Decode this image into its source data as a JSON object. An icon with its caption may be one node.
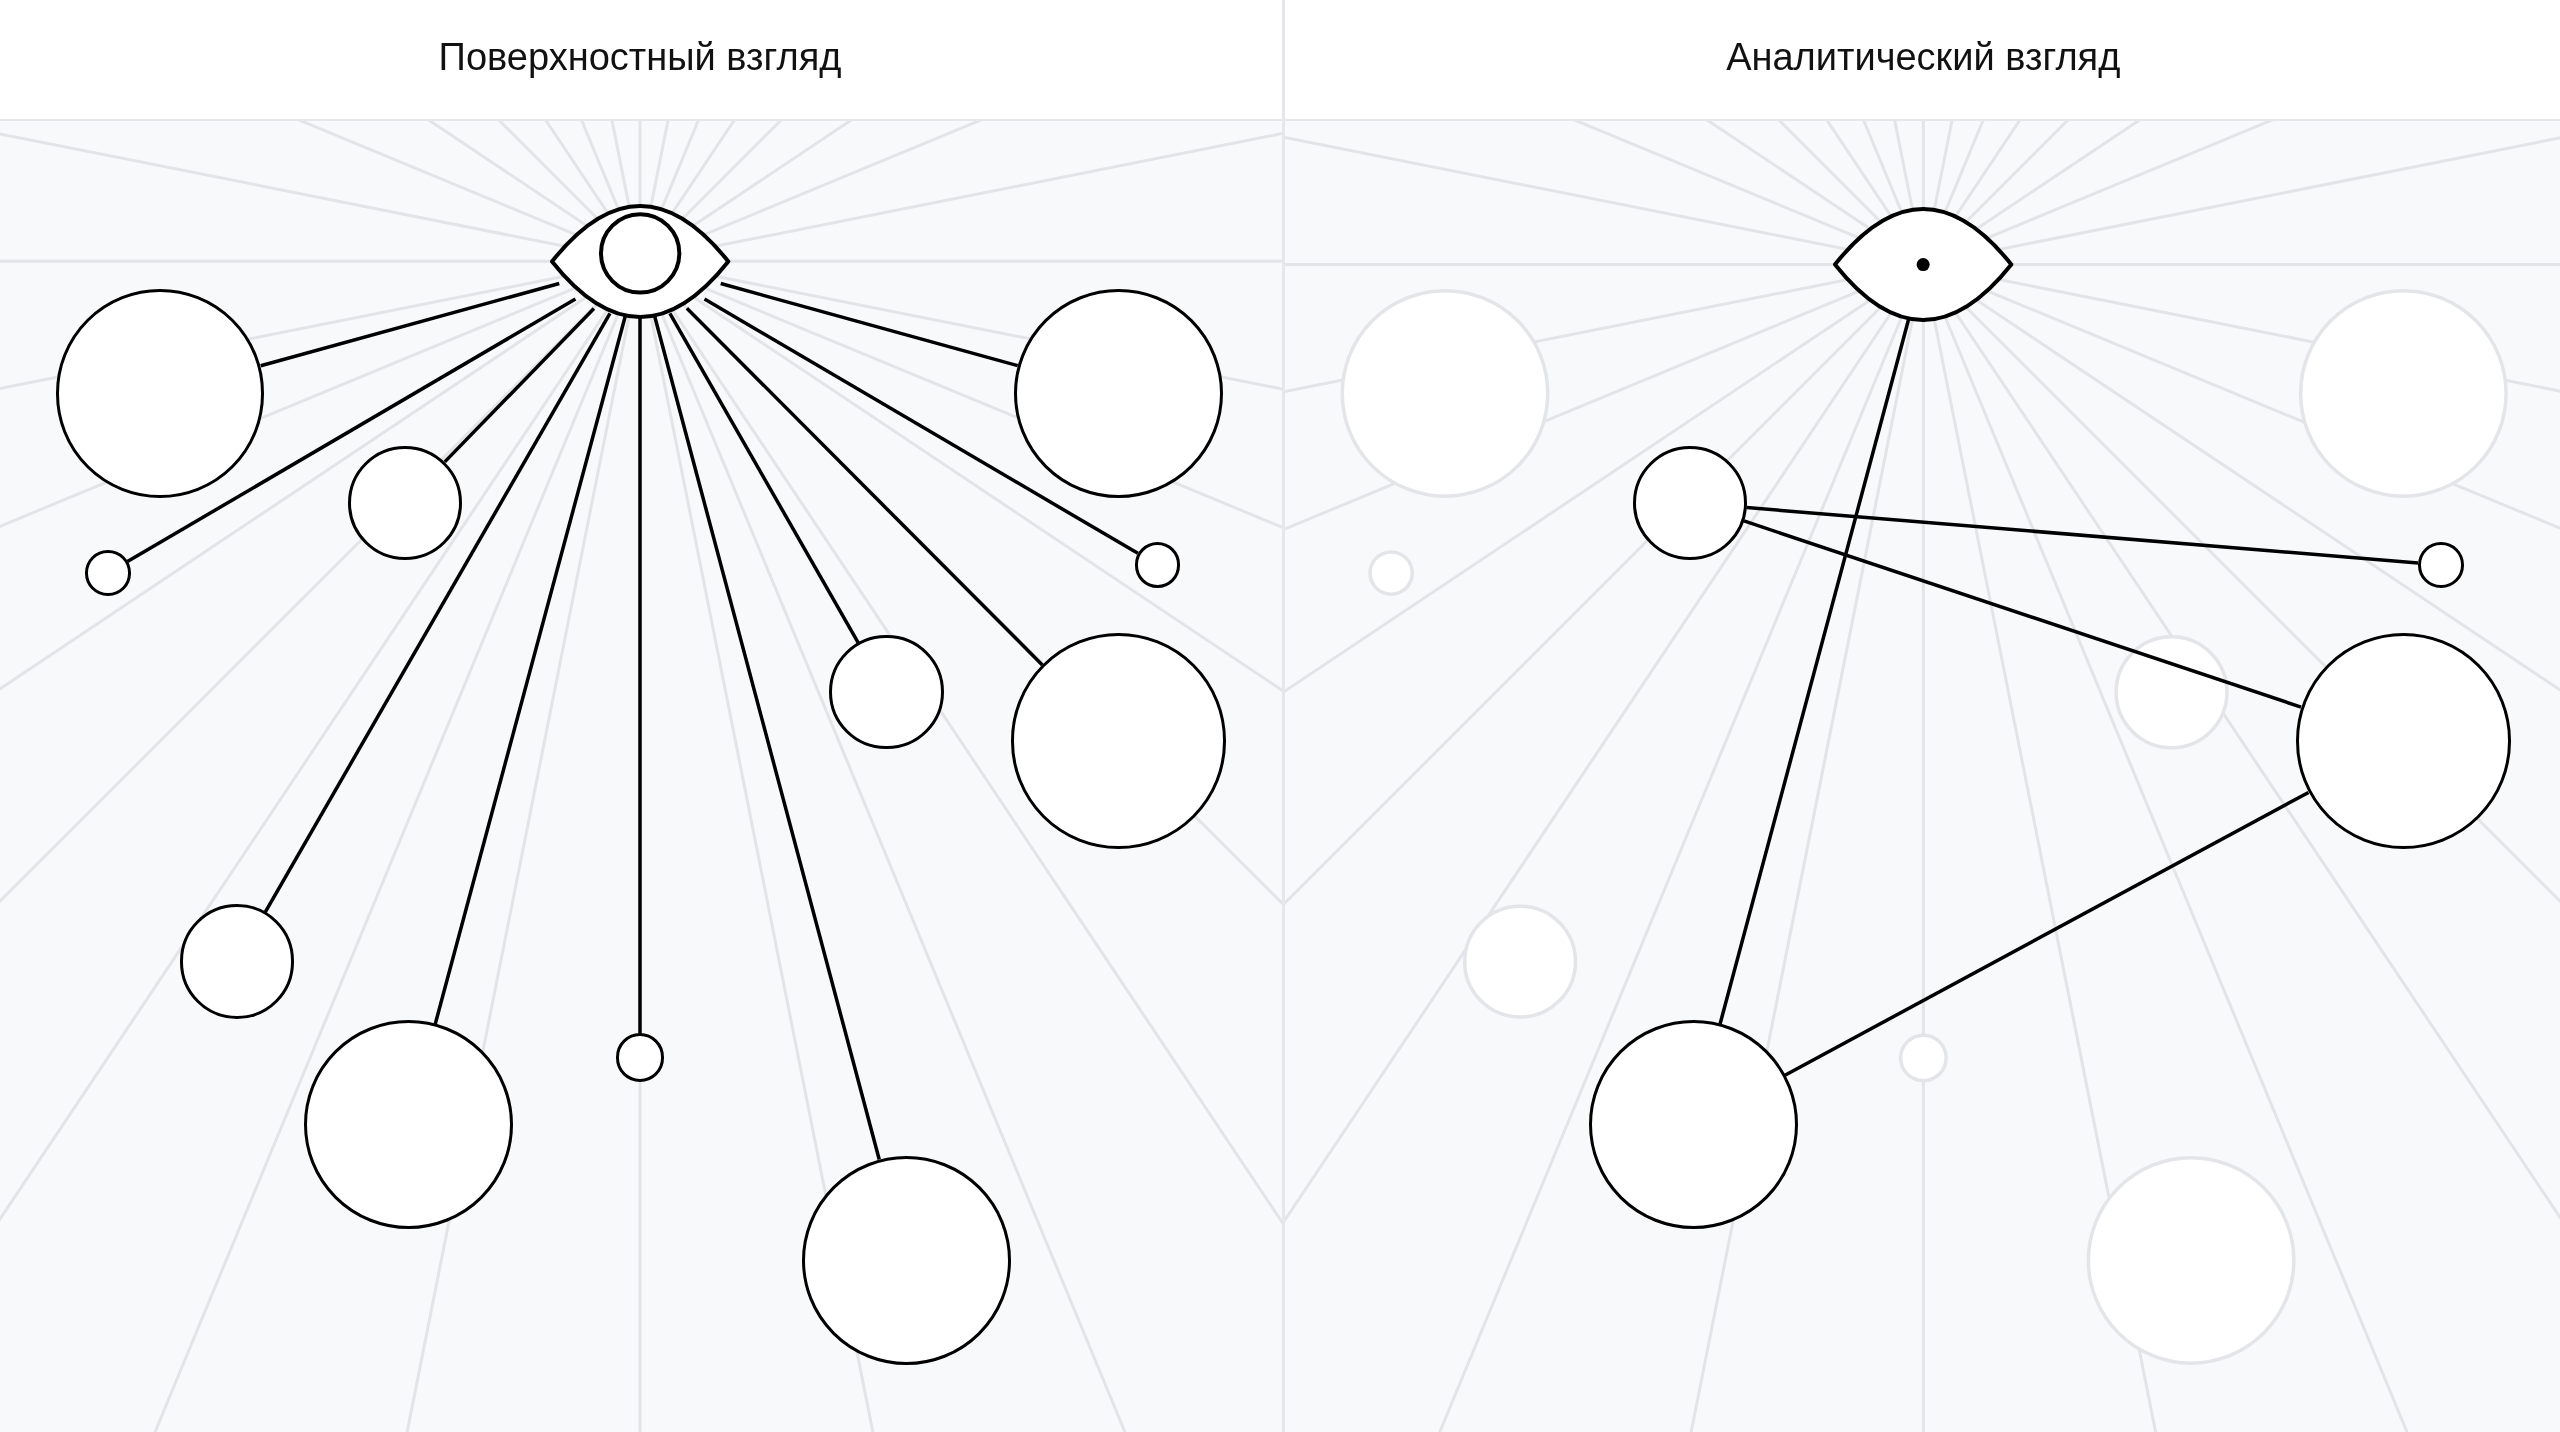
{
  "diagram": {
    "nodes": [
      {
        "text": [],
        "shape": "eye"
      },
      {
        "text": [],
        "shape": "circle"
      },
      {
        "text": [],
        "shape": "circle"
      },
      {
        "text": [],
        "shape": "circle"
      },
      {
        "text": [],
        "shape": "circle"
      },
      {
        "text": [],
        "shape": "circle"
      },
      {
        "text": [],
        "shape": "circle"
      },
      {
        "text": [],
        "shape": "circle"
      },
      {
        "text": [],
        "shape": "circle"
      },
      {
        "text": [],
        "shape": "circle"
      },
      {
        "text": [],
        "shape": "circle"
      },
      {
        "text": [],
        "shape": "circle"
      },
      {
        "text": [],
        "shape": "eye"
      },
      {
        "text": [],
        "shape": "circle"
      },
      {
        "text": [],
        "shape": "circle"
      },
      {
        "text": [],
        "shape": "circle"
      },
      {
        "text": [],
        "shape": "circle"
      }
    ],
    "edges": [
      {
        "from": 0,
        "to": 1,
        "arrow": "none"
      },
      {
        "from": 0,
        "to": 2,
        "arrow": "none"
      },
      {
        "from": 0,
        "to": 3,
        "arrow": "none"
      },
      {
        "from": 0,
        "to": 4,
        "arrow": "none"
      },
      {
        "from": 0,
        "to": 5,
        "arrow": "none"
      },
      {
        "from": 0,
        "to": 6,
        "arrow": "none"
      },
      {
        "from": 0,
        "to": 7,
        "arrow": "none"
      },
      {
        "from": 0,
        "to": 8,
        "arrow": "none"
      },
      {
        "from": 0,
        "to": 9,
        "arrow": "none"
      },
      {
        "from": 0,
        "to": 10,
        "arrow": "none"
      },
      {
        "from": 0,
        "to": 11,
        "arrow": "none"
      },
      {
        "from": 12,
        "to": 16,
        "arrow": "none"
      },
      {
        "from": 16,
        "to": 15,
        "arrow": "none"
      },
      {
        "from": 15,
        "to": 13,
        "arrow": "none"
      },
      {
        "from": 13,
        "to": 14,
        "arrow": "none"
      }
    ],
    "labels": [
      "Поверхностный взгляд",
      "Аналитический взгляд"
    ]
  }
}
